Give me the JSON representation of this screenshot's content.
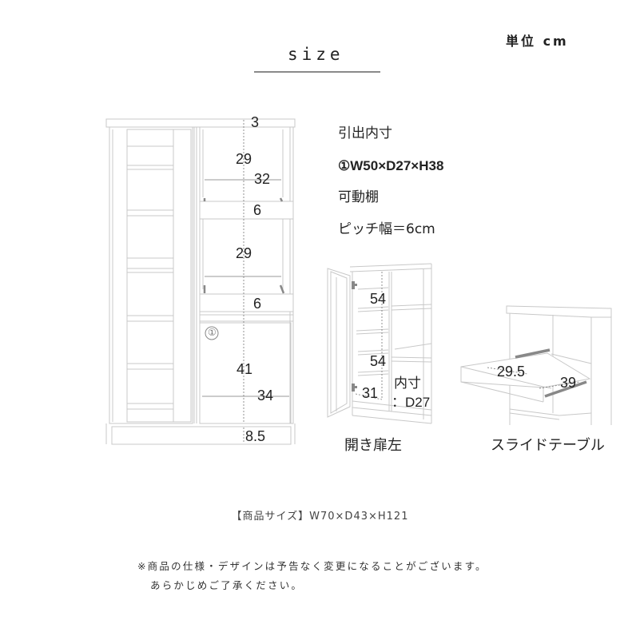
{
  "header": {
    "title": "size",
    "unit_label": "単位 cm"
  },
  "main_diagram": {
    "dimensions": {
      "top_board": "3",
      "upper_compartment_height": "29",
      "upper_compartment_width": "32",
      "drawer_1_height": "6",
      "middle_compartment_height": "29",
      "drawer_2_height": "6",
      "lower_compartment_height": "41",
      "lower_compartment_width": "34",
      "base_height": "8.5"
    },
    "compartment_marker": "①"
  },
  "specs": {
    "drawer_inner_label": "引出内寸",
    "drawer_inner_value": "①W50×D27×H38",
    "adjustable_shelf_label": "可動棚",
    "pitch_value": "ピッチ幅＝6cm"
  },
  "door_diagram": {
    "dimensions": {
      "shelf_height_1": "54",
      "shelf_height_2": "54",
      "bottom_height": "31"
    },
    "inner_label": "内寸",
    "inner_depth": "：D27",
    "caption": "開き扉左"
  },
  "slide_diagram": {
    "dimensions": {
      "table_depth": "29.5",
      "table_width": "39"
    },
    "caption": "スライドテーブル"
  },
  "footer": {
    "product_size": "【商品サイズ】W70×D43×H121",
    "note_line_1": "※商品の仕様・デザインは予告なく変更になることがございます。",
    "note_line_2": "あらかじめご了承ください。"
  }
}
